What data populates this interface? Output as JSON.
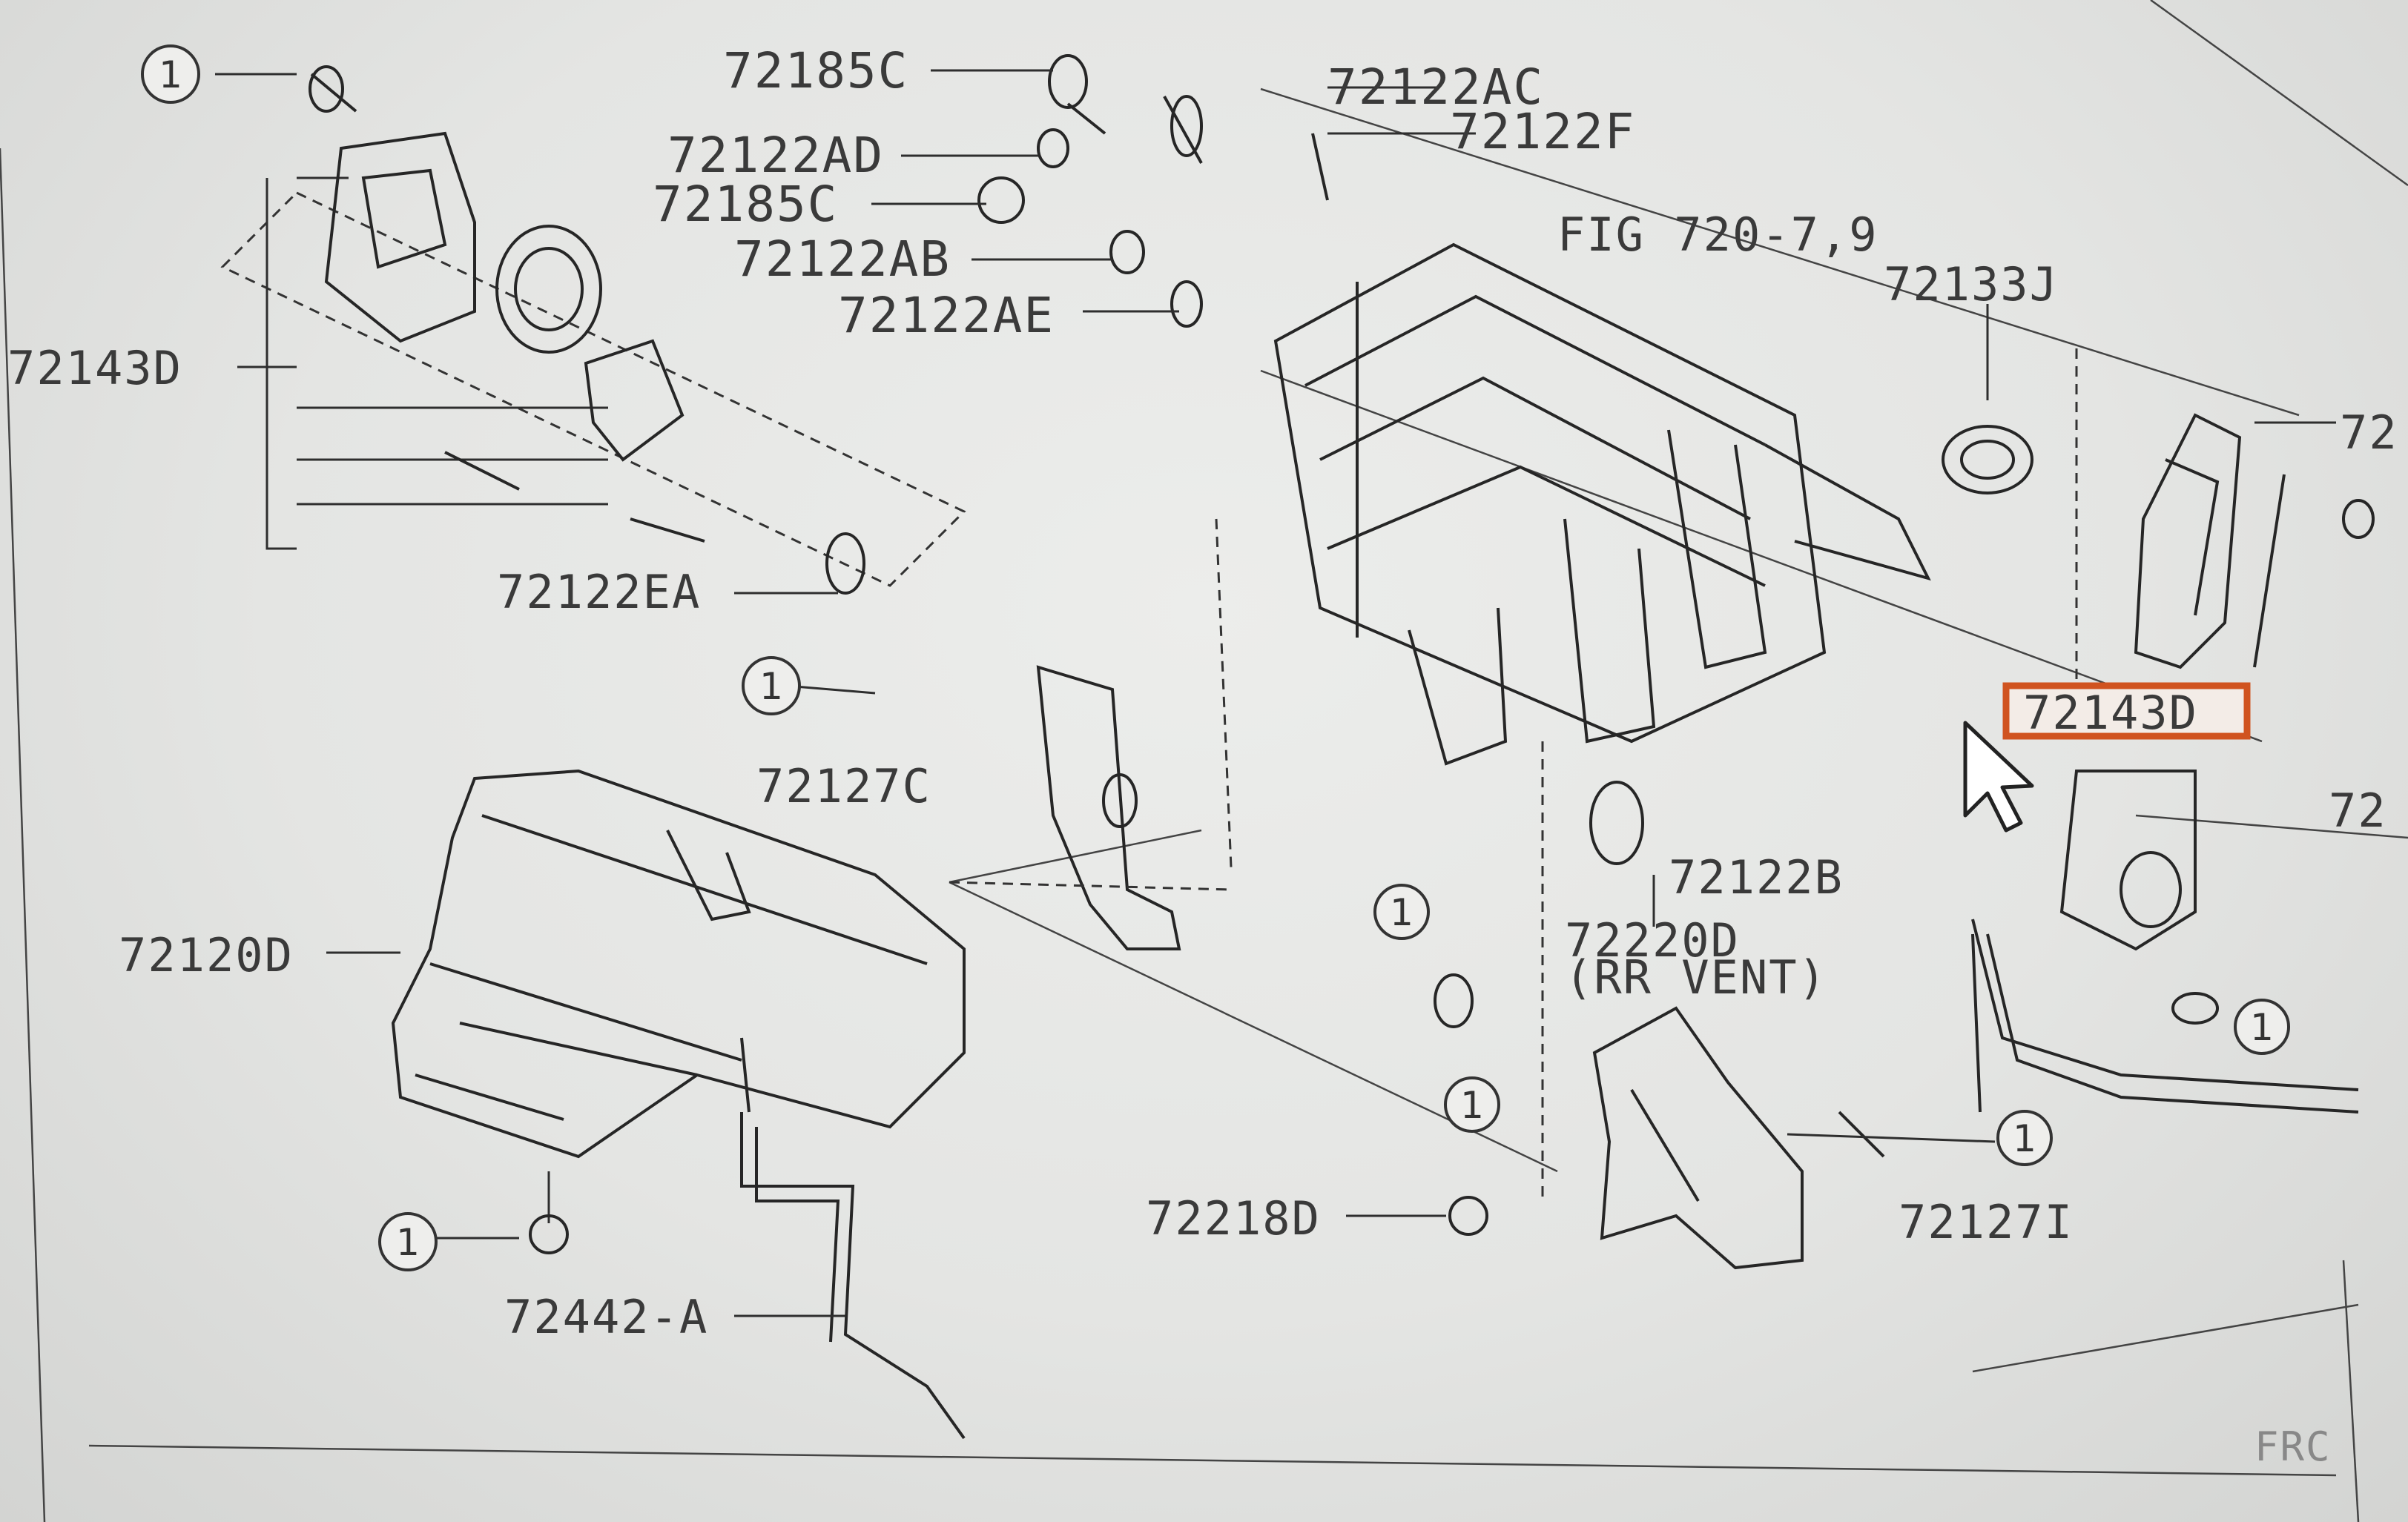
{
  "diagram": {
    "figure_ref": "FIG 720-7,9",
    "highlighted_part": "72143D",
    "highlight_color": "#d0531f",
    "corner_text": "FRC",
    "callout_marker": "1",
    "part_labels": {
      "p72185C_top": "72185C",
      "p72122AC": "72122AC",
      "p72122F": "72122F",
      "p72122AD": "72122AD",
      "p72185C_mid": "72185C",
      "p72122AB": "72122AB",
      "p72122AE": "72122AE",
      "p72143D_left": "72143D",
      "p72133J": "72133J",
      "p72_right": "72",
      "p72122EA": "72122EA",
      "p72127C": "72127C",
      "p72120D": "72120D",
      "p72B": "72122B",
      "p72220": "72220D",
      "p72220_sub": "(RR VENT)",
      "p72218D": "72218D",
      "p72127I": "72127I",
      "p72442A": "72442-A",
      "p72_right2": "72"
    }
  }
}
